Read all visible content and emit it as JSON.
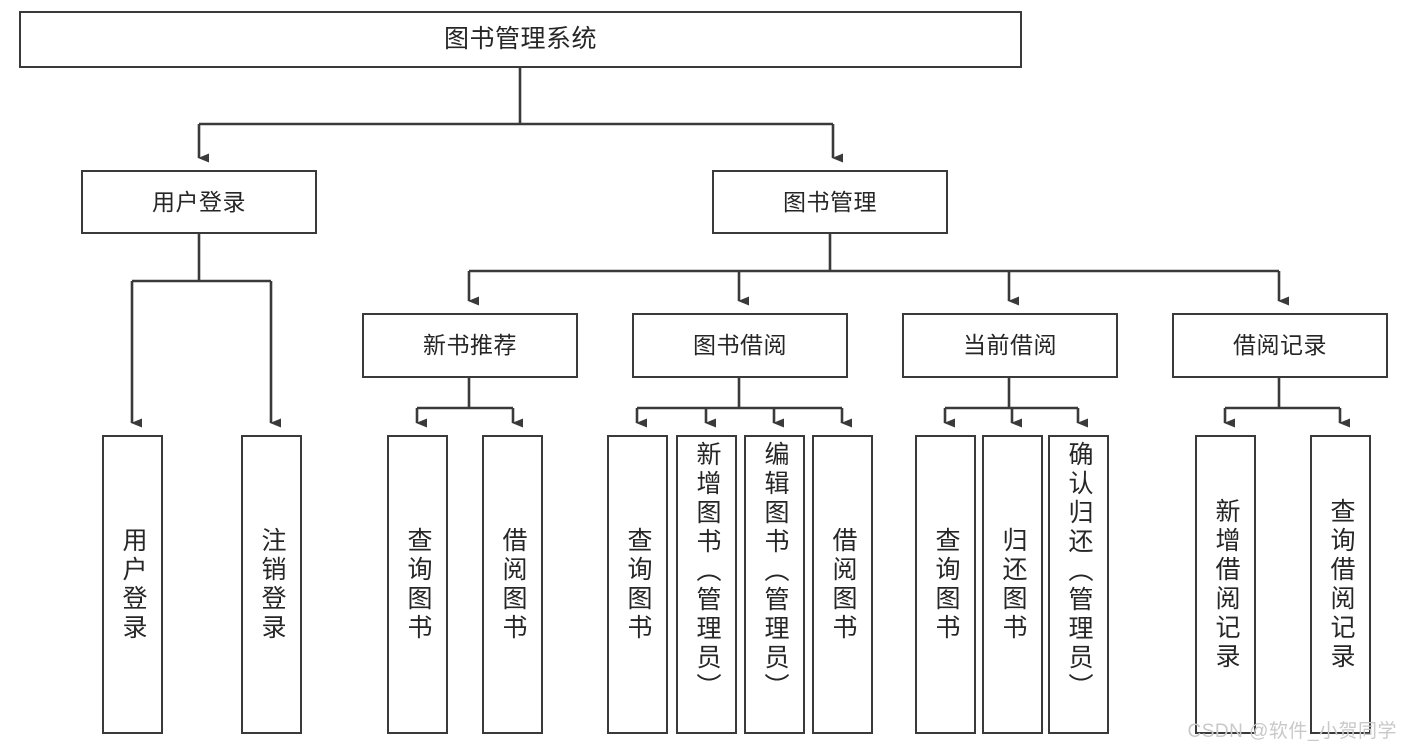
{
  "diagram": {
    "title": "图书管理系统",
    "type": "tree-hierarchy",
    "root": {
      "label": "图书管理系统"
    },
    "level1": [
      {
        "label": "用户登录"
      },
      {
        "label": "图书管理"
      }
    ],
    "level2": [
      {
        "label": "新书推荐"
      },
      {
        "label": "图书借阅"
      },
      {
        "label": "当前借阅"
      },
      {
        "label": "借阅记录"
      }
    ],
    "leaves": {
      "user_login": [
        {
          "label": "用户登录"
        },
        {
          "label": "注销登录"
        }
      ],
      "new_book_recommend": [
        {
          "label": "查询图书"
        },
        {
          "label": "借阅图书"
        }
      ],
      "book_borrow": [
        {
          "label": "查询图书"
        },
        {
          "label": "新增图书（管理员）"
        },
        {
          "label": "编辑图书（管理员）"
        },
        {
          "label": "借阅图书"
        }
      ],
      "current_borrow": [
        {
          "label": "查询图书"
        },
        {
          "label": "归还图书"
        },
        {
          "label": "确认归还（管理员）"
        }
      ],
      "borrow_record": [
        {
          "label": "新增借阅记录"
        },
        {
          "label": "查询借阅记录"
        }
      ]
    }
  },
  "watermark": {
    "text": "CSDN @软件_小贺同学"
  },
  "colors": {
    "stroke": "#3a3a3a",
    "text": "#262626",
    "background": "#ffffff",
    "watermark": "#c9c9c9"
  }
}
